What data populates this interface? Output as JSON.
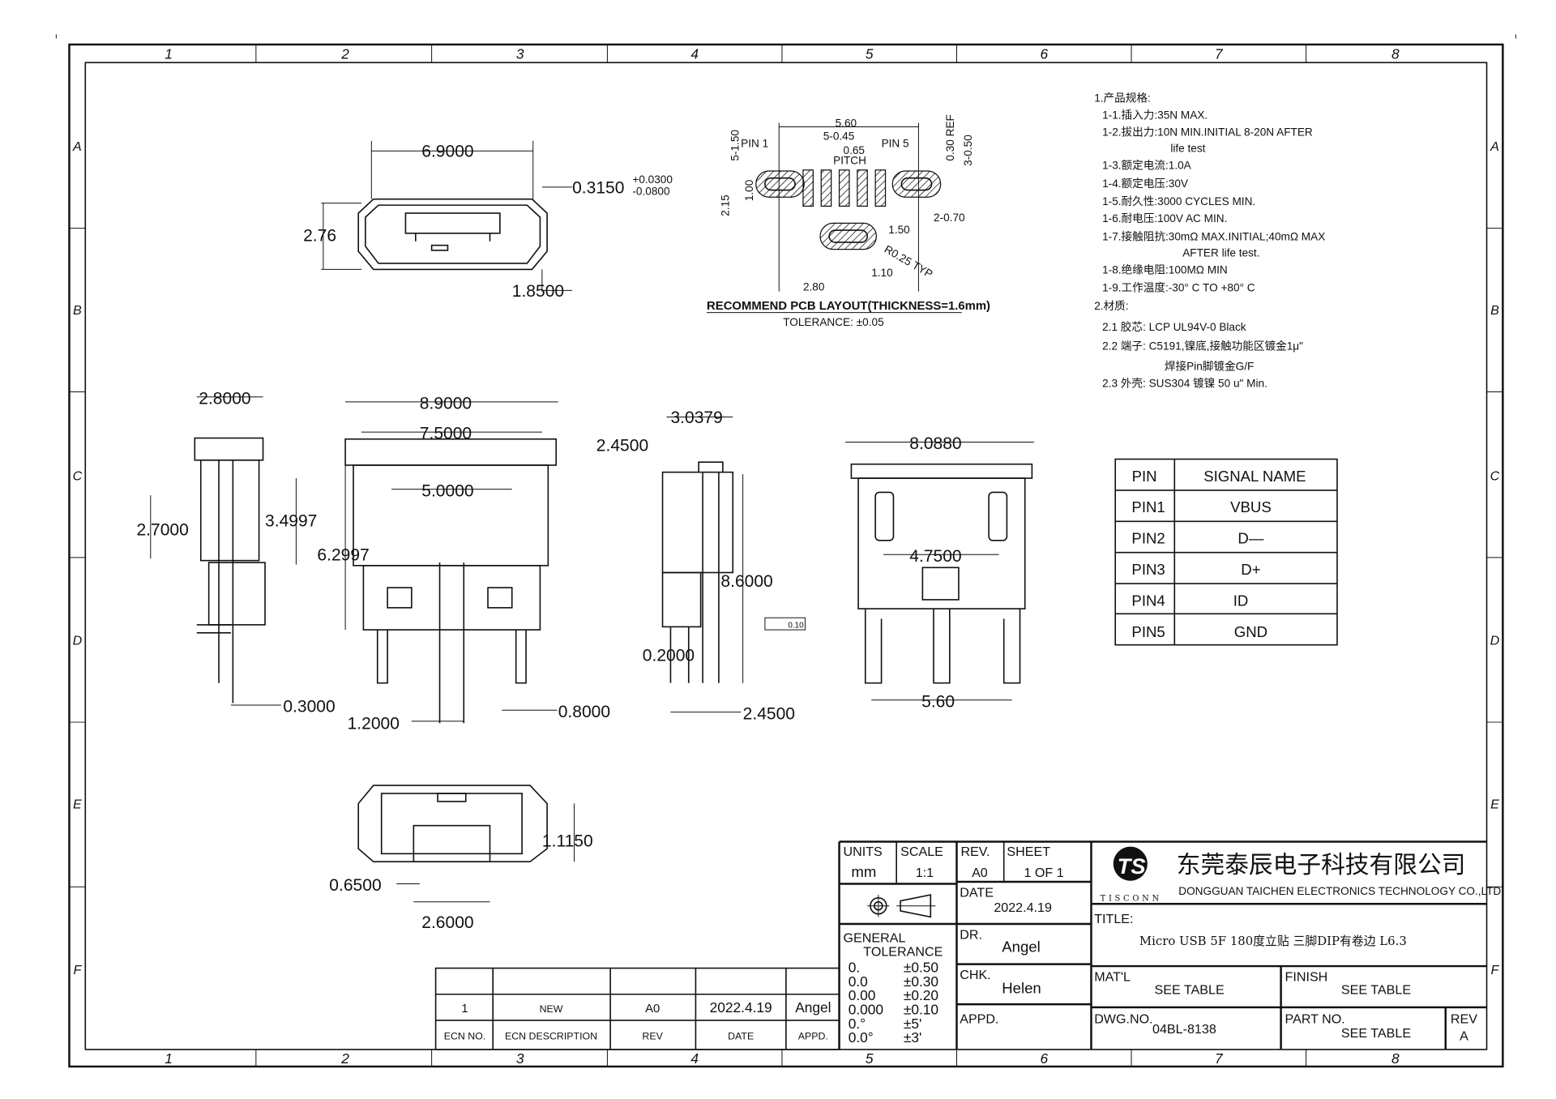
{
  "border": {
    "columns": [
      "1",
      "2",
      "3",
      "4",
      "5",
      "6",
      "7",
      "8"
    ],
    "rows": [
      "A",
      "B",
      "C",
      "D",
      "E",
      "F"
    ]
  },
  "views": {
    "front_top": {
      "width": "6.9000",
      "height": "2.76",
      "tol_value": "0.3150",
      "tol_plus": "+0.0300",
      "tol_minus": "-0.0800",
      "bottom": "1.8500"
    },
    "side_left": {
      "top": "2.8000",
      "h1": "2.7000",
      "h2": "3.4997",
      "bottom": "0.3000"
    },
    "front_main": {
      "outer": "8.9000",
      "inner": "7.5000",
      "slot": "5.0000",
      "height": "6.2997",
      "pin": "1.2000",
      "pin2": "0.8000"
    },
    "side_right": {
      "top": "3.0379",
      "h": "2.4500",
      "tall": "8.6000",
      "gap": "0.2000",
      "bottom": "2.4500",
      "flatness": "0.10"
    },
    "back": {
      "width": "8.0880",
      "pitch": "4.7500",
      "bottom": "5.60"
    },
    "bottom_view": {
      "height": "1.1150",
      "left": "0.6500",
      "width": "2.6000"
    }
  },
  "pcb": {
    "d_560": "5.60",
    "d_5_045": "5-0.45",
    "d_065": "0.65",
    "pitch": "PITCH",
    "pin1": "PIN 1",
    "pin5": "PIN 5",
    "d_5_150": "5-1.50",
    "d_030ref": "0.30 REF",
    "d_3_050": "3-0.50",
    "d_100": "1.00",
    "d_215": "2.15",
    "d_2_070": "2-0.70",
    "d_150": "1.50",
    "r025": "R0.25 TYP",
    "d_110": "1.10",
    "d_280": "2.80",
    "caption": "RECOMMEND PCB LAYOUT(THICKNESS=1.6mm)",
    "tolerance": "TOLERANCE: ±0.05"
  },
  "specs": [
    "1.产品规格:",
    "1-1.插入力:35N MAX.",
    "1-2.拔出力:10N MIN.INITIAL 8-20N AFTER",
    "life test",
    "1-3.额定电流:1.0A",
    "1-4.额定电压:30V",
    "1-5.耐久性:3000 CYCLES MIN.",
    "1-6.耐电压:100V AC MIN.",
    "1-7.接触阻抗:30mΩ MAX.INITIAL;40mΩ MAX",
    "AFTER life test.",
    "1-8.绝缘电阻:100MΩ MIN",
    "1-9.工作温度:-30° C TO +80° C",
    "2.材质:",
    "2.1 胶芯: LCP UL94V-0 Black",
    "2.2 端子: C5191,镍底,接触功能区镀金1μ\"",
    "焊接Pin脚镀金G/F",
    "2.3 外壳: SUS304 镀镍 50 u\" Min."
  ],
  "pin_table": {
    "headers": [
      "PIN",
      "SIGNAL NAME"
    ],
    "rows": [
      [
        "PIN1",
        "VBUS"
      ],
      [
        "PIN2",
        "D—"
      ],
      [
        "PIN3",
        "D+"
      ],
      [
        "PIN4",
        "ID"
      ],
      [
        "PIN5",
        "GND"
      ]
    ]
  },
  "revision_table": {
    "row": [
      "1",
      "NEW",
      "A0",
      "2022.4.19",
      "Angel"
    ],
    "headers": [
      "ECN NO.",
      "ECN DESCRIPTION",
      "REV",
      "DATE",
      "APPD."
    ]
  },
  "title_block": {
    "units_label": "UNITS",
    "units": "mm",
    "scale_label": "SCALE",
    "scale": "1:1",
    "rev_label": "REV.",
    "rev": "A0",
    "sheet_label": "SHEET",
    "sheet": "1 OF 1",
    "date_label": "DATE",
    "date": "2022.4.19",
    "gt_label1": "GENERAL",
    "gt_label2": "TOLERANCE",
    "tolerances": [
      [
        "0.",
        "±0.50"
      ],
      [
        "0.0",
        "±0.30"
      ],
      [
        "0.00",
        "±0.20"
      ],
      [
        "0.000",
        "±0.10"
      ],
      [
        "0.°",
        "±5'"
      ],
      [
        "0.0°",
        "±3'"
      ]
    ],
    "dr_label": "DR.",
    "dr": "Angel",
    "chk_label": "CHK.",
    "chk": "Helen",
    "appd_label": "APPD.",
    "company_cn": "东莞泰辰电子科技有限公司",
    "company_en": "DONGGUAN TAICHEN ELECTRONICS TECHNOLOGY CO.,LTD",
    "logo_text": "TISCONN",
    "title_label": "TITLE:",
    "title": "Micro USB 5F 180度立贴 三脚DIP有卷边 L6.3",
    "matl_label": "MAT'L",
    "matl": "SEE TABLE",
    "finish_label": "FINISH",
    "finish": "SEE TABLE",
    "dwg_label": "DWG.NO.",
    "dwg": "04BL-8138",
    "part_label": "PART NO.",
    "part": "SEE TABLE",
    "rev2_label": "REV",
    "rev2": "A"
  }
}
